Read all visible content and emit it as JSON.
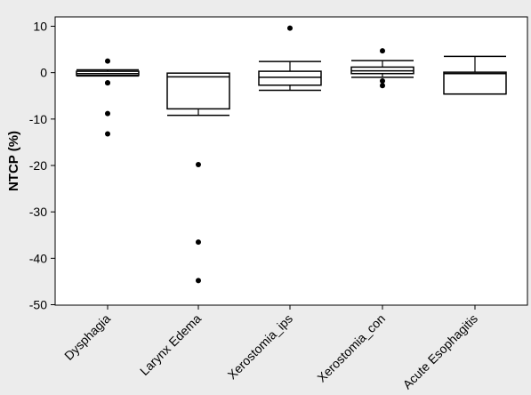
{
  "chart_data": {
    "type": "boxplot",
    "ylabel": "NTCP (%)",
    "xlabel": "",
    "title": "",
    "ylim": [
      -50,
      10
    ],
    "yticks": [
      10,
      0,
      -10,
      -20,
      -30,
      -40,
      -50
    ],
    "grid": false,
    "colors": {
      "background": "#ececec",
      "plot_area": "#ffffff",
      "box_fill": "#ffffff",
      "stroke": "#000000"
    },
    "categories": [
      "Dysphagia",
      "Larynx Edema",
      "Xerostomia_ips",
      "Xerostomia_con",
      "Acute Esophagitis"
    ],
    "boxes": [
      {
        "whisker_low": -0.7,
        "q1": -0.6,
        "median": -0.2,
        "q3": 0.3,
        "whisker_high": 0.6,
        "outliers": [
          2.5,
          -2.2,
          -2.2,
          -8.8,
          -13.2
        ]
      },
      {
        "whisker_low": -9.2,
        "q1": -7.8,
        "median": -0.9,
        "q3": -0.1,
        "whisker_high": -0.1,
        "outliers": [
          -19.8,
          -36.5,
          -44.8
        ]
      },
      {
        "whisker_low": -3.8,
        "q1": -2.7,
        "median": -1.0,
        "q3": 0.3,
        "whisker_high": 2.4,
        "outliers": [
          9.6
        ]
      },
      {
        "whisker_low": -1.0,
        "q1": -0.2,
        "median": 0.4,
        "q3": 1.2,
        "whisker_high": 2.6,
        "outliers": [
          4.7,
          -1.8,
          -2.8
        ]
      },
      {
        "whisker_low": -4.6,
        "q1": -4.6,
        "median": -0.2,
        "q3": 0.1,
        "whisker_high": 3.5,
        "outliers": []
      }
    ]
  }
}
